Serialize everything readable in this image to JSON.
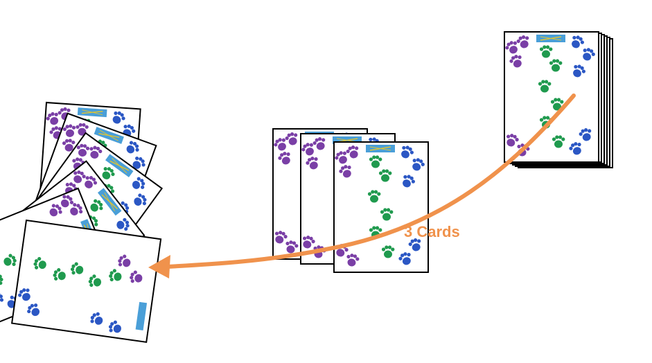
{
  "transfer": {
    "label": "3 Cards",
    "count": 3
  },
  "piles": {
    "draw_pile": {
      "name": "draw-pile"
    },
    "pass_pile": {
      "name": "pass-pile",
      "visible_cards": 3
    },
    "hand_fan": {
      "name": "player-hand",
      "visible_cards": 6
    }
  },
  "colors": {
    "arrow": "#f0924c",
    "card_border": "#000000",
    "card_face": "#ffffff",
    "paw_purple": "#7a3fa6",
    "paw_green": "#1f9a4e",
    "paw_blue": "#2b57c4",
    "badge": "#4a9fd8",
    "badge_mark": "#d8c23a"
  },
  "icons": {
    "paw_print": "paw-print-icon",
    "card_badge": "card-badge-icon",
    "arrow": "curved-arrow-icon"
  }
}
